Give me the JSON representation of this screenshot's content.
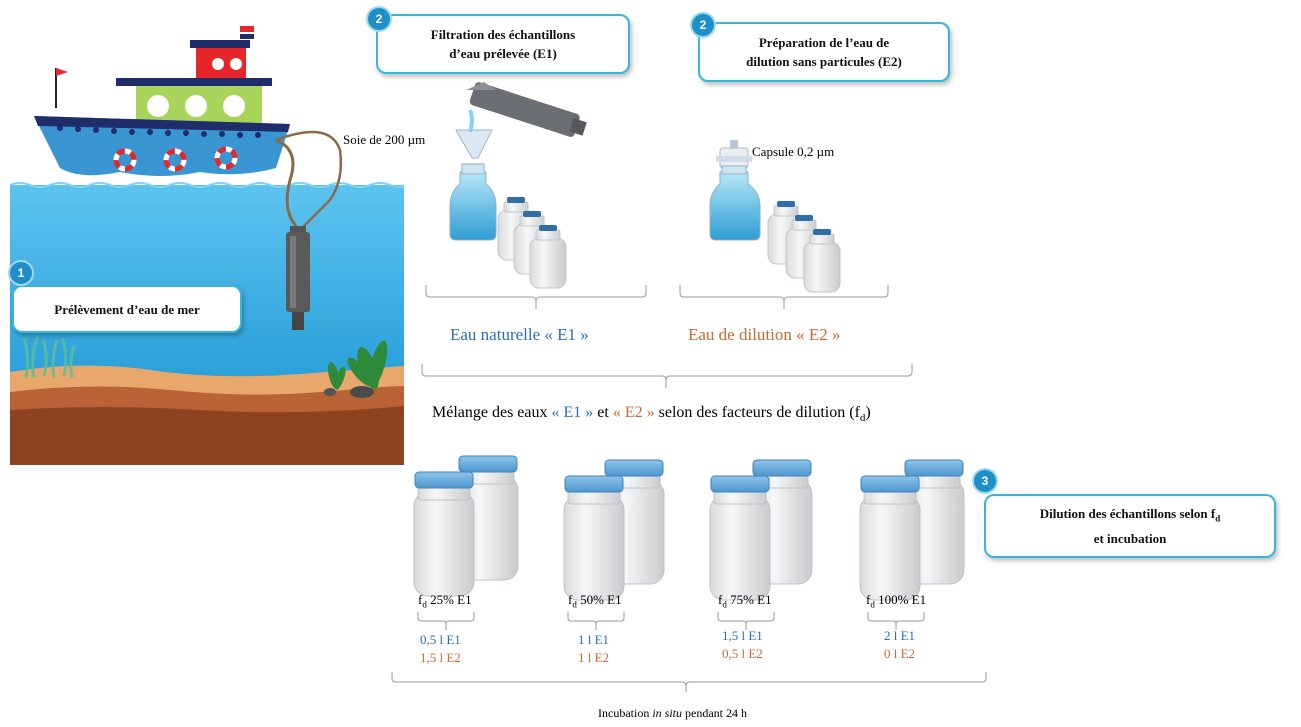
{
  "steps": {
    "step1": {
      "badge": "1",
      "label": "Prélèvement d’eau  de mer"
    },
    "step2a": {
      "badge": "2",
      "line1": "Filtration des échantillons",
      "line2": "d’eau prélevée (E1)"
    },
    "step2b": {
      "badge": "2",
      "line1": "Préparation de l’eau de",
      "line2": "dilution sans particules (E2)"
    },
    "step3": {
      "badge": "3",
      "line1": "Dilution des échantillons selon f",
      "line1_sub": "d",
      "line2": "et incubation"
    }
  },
  "labels": {
    "sieve": "Soie de 200 µm",
    "capsule": "Capsule 0,2 µm",
    "natural_water": "Eau naturelle « E1 »",
    "dilution_water": "Eau de dilution « E2 »",
    "mix_prefix": "Mélange des eaux ",
    "mix_e1": "« E1 »",
    "mix_mid": " et ",
    "mix_e2": "« E2 »",
    "mix_suffix": " selon des facteurs de dilution (f",
    "mix_sub": "d",
    "mix_end": ")",
    "incubation_prefix": "Incubation ",
    "incubation_italic": "in situ",
    "incubation_suffix": " pendant 24 h"
  },
  "dilutions": [
    {
      "f": "f",
      "sub": "d",
      "pct": " 25% E1",
      "e1": "0,5 l E1",
      "e2": "1,5 l E2"
    },
    {
      "f": "f",
      "sub": "d",
      "pct": " 50% E1",
      "e1": "1 l E1",
      "e2": "1 l E2"
    },
    {
      "f": "f",
      "sub": "d",
      "pct": " 75% E1",
      "e1": "1,5 l E1",
      "e2": "0,5 l E2"
    },
    {
      "f": "f",
      "sub": "d",
      "pct": " 100% E1",
      "e1": "2 l E1",
      "e2": "0 l E2"
    }
  ],
  "colors": {
    "e1": "#2e6db5",
    "e2": "#c56a35",
    "accent": "#38b6d8",
    "sea": "#3aaee0"
  }
}
